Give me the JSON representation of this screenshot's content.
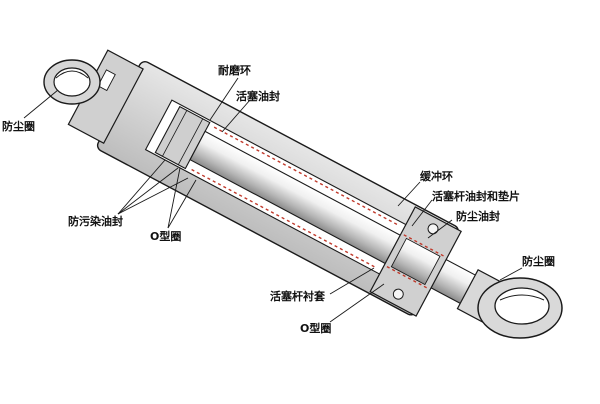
{
  "diagram": {
    "title": "",
    "labels": {
      "dust_ring_left": "防尘圈",
      "wear_ring": "耐磨环",
      "piston_seal": "活塞油封",
      "anti_pollution_seal": "防污染油封",
      "o_ring_upper": "O型圈",
      "buffer_ring": "缓冲环",
      "rod_seal_and_gasket": "活塞杆油封和垫片",
      "dust_seal": "防尘油封",
      "dust_ring_right": "防尘圈",
      "rod_bushing": "活塞杆衬套",
      "o_ring_lower": "O型圈"
    },
    "colors": {
      "line": "#1a1a1a",
      "body_shade": "#d9d9d9",
      "body_mid": "#bfbfbf",
      "rod_light": "#f2f2f2",
      "rod_shadow": "#8f8f8f",
      "seal_dash": "#c0392b"
    }
  }
}
